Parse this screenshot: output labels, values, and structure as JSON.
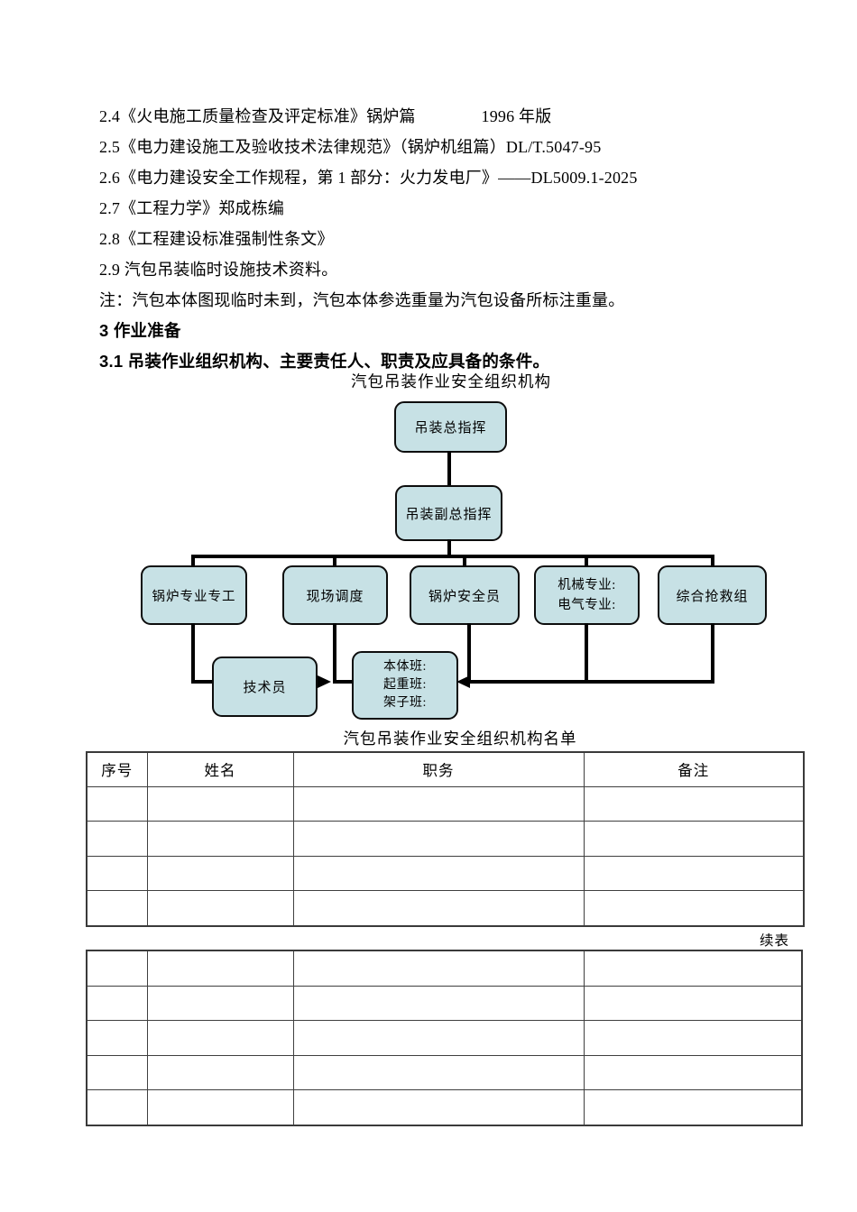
{
  "body": {
    "lines": [
      "2.4《火电施工质量检查及评定标准》锅炉篇　　　　1996 年版",
      "2.5《电力建设施工及验收技术法律规范》（锅炉机组篇）DL/T.5047-95",
      "2.6《电力建设安全工作规程，第 1 部分：火力发电厂》——DL5009.1-2025",
      "2.7《工程力学》郑成栋编",
      "2.8《工程建设标准强制性条文》",
      "2.9 汽包吊装临时设施技术资料。",
      "注：汽包本体图现临时未到，汽包本体参选重量为汽包设备所标注重量。",
      "3 作业准备",
      "3.1 吊装作业组织机构、主要责任人、职责及应具备的条件。"
    ]
  },
  "chart": {
    "title": "汽包吊装作业安全组织机构",
    "caption": "汽包吊装作业安全组织机构名单",
    "colors": {
      "box_fill": "#c7e1e5",
      "box_border": "#0d0d0d",
      "connector": "#000000"
    },
    "boxes": {
      "commander": "吊装总指挥",
      "deputy_commander": "吊装副总指挥",
      "boiler_specialist": "锅炉专业专工",
      "site_dispatch": "现场调度",
      "boiler_safety_officer": "锅炉安全员",
      "mech_elec": [
        "机械专业:",
        "电气专业:"
      ],
      "rescue_team": "综合抢救组",
      "technician": "技术员",
      "work_teams": [
        "本体班:",
        "起重班:",
        "架子班:"
      ]
    }
  },
  "table1": {
    "headers": [
      "序号",
      "姓名",
      "职务",
      "备注"
    ],
    "empty_rows": 4
  },
  "table2": {
    "continued_label": "续表",
    "empty_rows": 5
  }
}
